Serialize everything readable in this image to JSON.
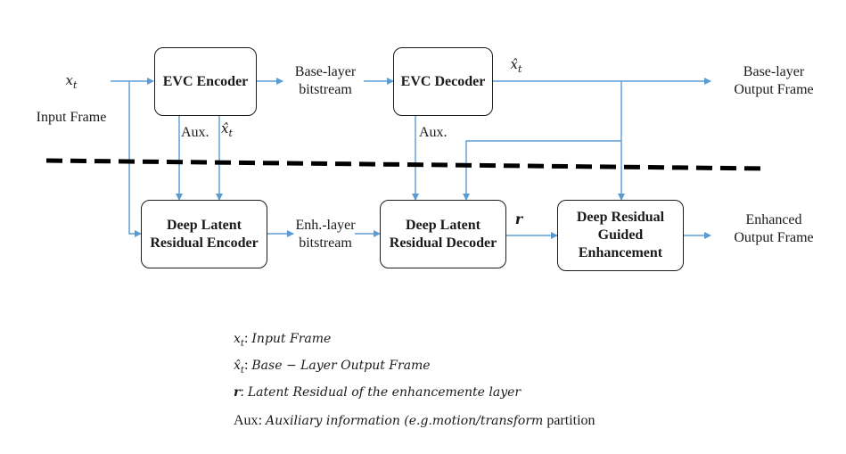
{
  "diagram": {
    "input_symbol": "x",
    "input_symbol_sub": "t",
    "input_label": "Input Frame",
    "evc_encoder": "EVC Encoder",
    "evc_decoder": "EVC Decoder",
    "base_bitstream": "Base-layer\nbitstream",
    "base_output": "Base-layer\nOutput Frame",
    "xhat_symbol": "x̂",
    "xhat_sub": "t",
    "aux_label": "Aux.",
    "latent_encoder": "Deep Latent\nResidual Encoder",
    "enh_bitstream": "Enh.-layer\nbitstream",
    "latent_decoder": "Deep Latent\nResidual Decoder",
    "r_symbol": "r",
    "guided_enhancement": "Deep Residual\nGuided\nEnhancement",
    "enhanced_output": "Enhanced\nOutput Frame"
  },
  "legend": [
    {
      "symbol": "x",
      "sub": "t",
      "sep": ": ",
      "text": "Input Frame",
      "tail": ""
    },
    {
      "symbol": "x̂",
      "sub": "t",
      "sep": ": ",
      "text": "Base − Layer Output Frame",
      "tail": ""
    },
    {
      "symbol": "r",
      "sub": "",
      "sep": ": ",
      "text": "Latent Residual of the enhancemente layer",
      "tail": ""
    },
    {
      "symbol": "Aux",
      "sub": "",
      "sep": ": ",
      "text": "Auxiliary information (e.g.motion/transform",
      "tail": " partition"
    }
  ],
  "colors": {
    "arrow": "#5b9bd5",
    "box_border": "#1a1a1a",
    "dashed_line": "#000000"
  }
}
